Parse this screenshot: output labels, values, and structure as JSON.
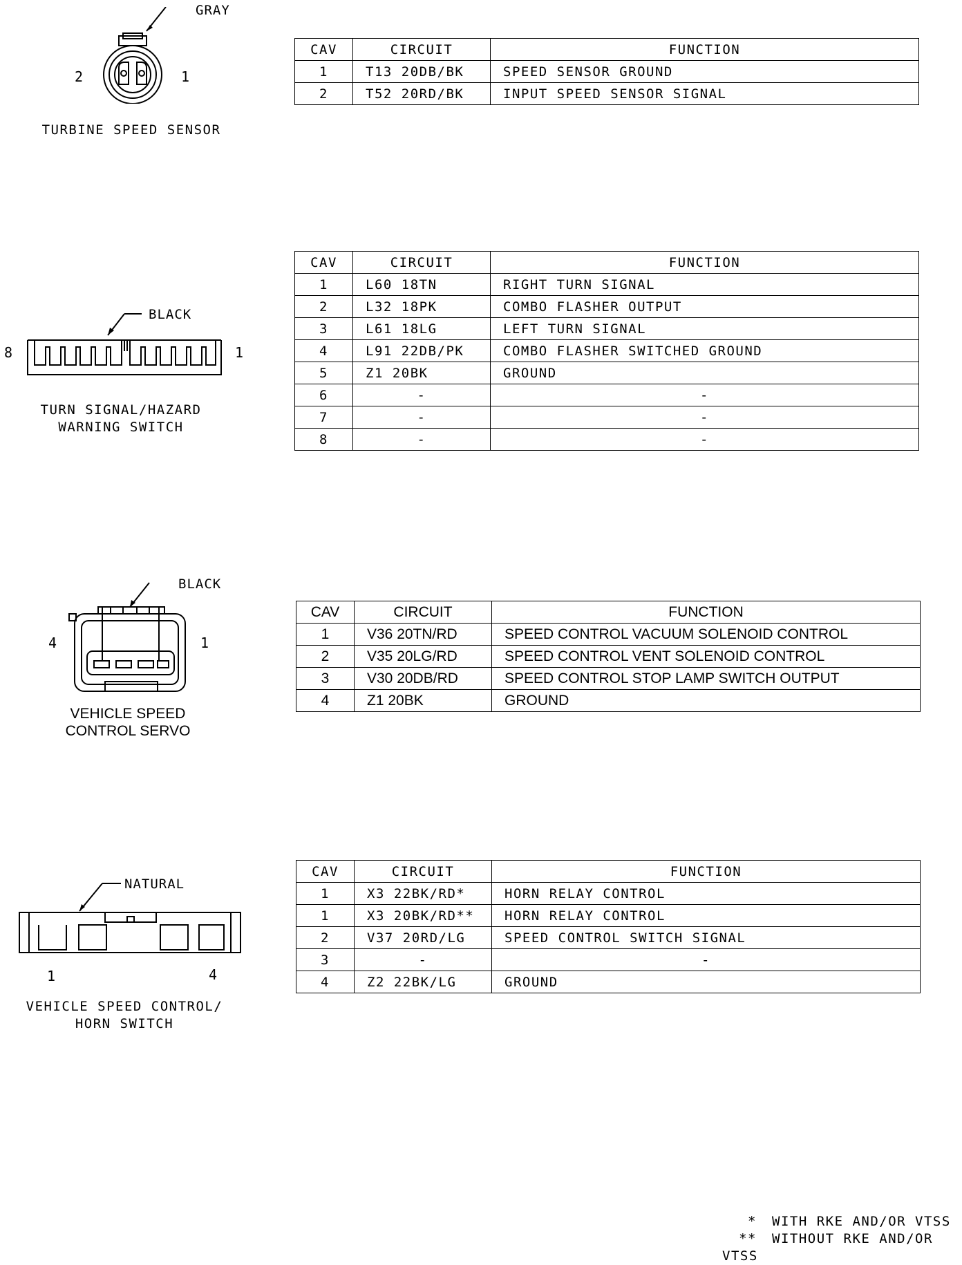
{
  "connectors": [
    {
      "color_label": "GRAY",
      "name_lines": [
        "TURBINE SPEED SENSOR"
      ],
      "pin_left": "2",
      "pin_right": "1",
      "table": {
        "headers": [
          "CAV",
          "CIRCUIT",
          "FUNCTION"
        ],
        "rows": [
          [
            "1",
            "T13 20DB/BK",
            "SPEED SENSOR GROUND"
          ],
          [
            "2",
            "T52 20RD/BK",
            "INPUT SPEED SENSOR SIGNAL"
          ]
        ]
      }
    },
    {
      "color_label": "BLACK",
      "name_lines": [
        "TURN SIGNAL/HAZARD",
        "WARNING SWITCH"
      ],
      "pin_left": "8",
      "pin_right": "1",
      "table": {
        "headers": [
          "CAV",
          "CIRCUIT",
          "FUNCTION"
        ],
        "rows": [
          [
            "1",
            "L60 18TN",
            "RIGHT TURN SIGNAL"
          ],
          [
            "2",
            "L32 18PK",
            "COMBO FLASHER OUTPUT"
          ],
          [
            "3",
            "L61 18LG",
            "LEFT TURN SIGNAL"
          ],
          [
            "4",
            "L91 22DB/PK",
            "COMBO FLASHER SWITCHED GROUND"
          ],
          [
            "5",
            "Z1 20BK",
            "GROUND"
          ],
          [
            "6",
            "-",
            "-"
          ],
          [
            "7",
            "-",
            "-"
          ],
          [
            "8",
            "-",
            "-"
          ]
        ]
      }
    },
    {
      "color_label": "BLACK",
      "name_lines": [
        "VEHICLE SPEED",
        "CONTROL SERVO"
      ],
      "pin_left": "4",
      "pin_right": "1",
      "table": {
        "headers": [
          "CAV",
          "CIRCUIT",
          "FUNCTION"
        ],
        "rows": [
          [
            "1",
            "V36 20TN/RD",
            "SPEED CONTROL VACUUM SOLENOID CONTROL"
          ],
          [
            "2",
            "V35 20LG/RD",
            "SPEED CONTROL VENT SOLENOID CONTROL"
          ],
          [
            "3",
            "V30 20DB/RD",
            "SPEED CONTROL STOP LAMP SWITCH OUTPUT"
          ],
          [
            "4",
            "Z1 20BK",
            "GROUND"
          ]
        ]
      }
    },
    {
      "color_label": "NATURAL",
      "name_lines": [
        "VEHICLE SPEED CONTROL/",
        "HORN SWITCH"
      ],
      "pin_left": "1",
      "pin_right": "4",
      "table": {
        "headers": [
          "CAV",
          "CIRCUIT",
          "FUNCTION"
        ],
        "rows": [
          [
            "1",
            "X3 22BK/RD*",
            "HORN RELAY CONTROL"
          ],
          [
            "1",
            "X3 20BK/RD**",
            "HORN RELAY CONTROL"
          ],
          [
            "2",
            "V37 20RD/LG",
            "SPEED CONTROL SWITCH SIGNAL"
          ],
          [
            "3",
            "-",
            "-"
          ],
          [
            "4",
            "Z2 22BK/LG",
            "GROUND"
          ]
        ]
      }
    }
  ],
  "footnotes": [
    {
      "mark": "*",
      "text": "WITH RKE AND/OR VTSS"
    },
    {
      "mark": "**",
      "text": "WITHOUT RKE AND/OR VTSS"
    }
  ]
}
